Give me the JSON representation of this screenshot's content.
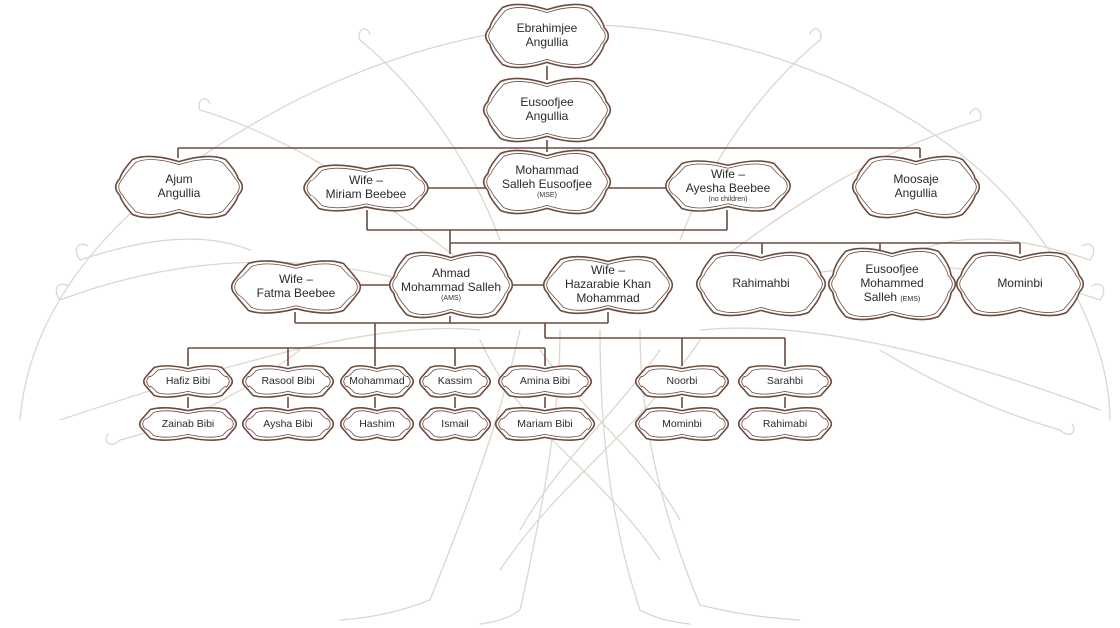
{
  "colors": {
    "frame": "#6b4b3e",
    "connector": "#6b4b3e",
    "tree": "#d9d4cb",
    "text": "#2a2a2a"
  },
  "tree": {
    "icon": "banyan-tree-illustration"
  },
  "people": {
    "ebrahimjee": {
      "l1": "Ebrahimjee",
      "l2": "Angullia"
    },
    "eusoofjee": {
      "l1": "Eusoofjee",
      "l2": "Angullia"
    },
    "ajum": {
      "l1": "Ajum",
      "l2": "Angullia"
    },
    "miriam": {
      "l1": "Wife –",
      "l2": "Miriam Beebee"
    },
    "mse": {
      "l1": "Mohammad",
      "l2": "Salleh Eusoofjee",
      "sub": "(MSE)"
    },
    "ayesha": {
      "l1": "Wife –",
      "l2": "Ayesha Beebee",
      "sub": "(no children)"
    },
    "moosaje": {
      "l1": "Moosaje",
      "l2": "Angullia"
    },
    "fatma": {
      "l1": "Wife –",
      "l2": "Fatma Beebee"
    },
    "ams": {
      "l1": "Ahmad",
      "l2": "Mohammad Salleh",
      "sub": "(AMS)"
    },
    "hazarabie": {
      "l1": "Wife –",
      "l2": "Hazarabie Khan",
      "l3": "Mohammad"
    },
    "rahimahbi": {
      "l1": "Rahimahbi"
    },
    "ems": {
      "l1": "Eusoofjee",
      "l2": "Mohammed",
      "l3": "Salleh",
      "l3sub": "(EMS)"
    },
    "mominbi_top": {
      "l1": "Mominbi"
    },
    "hafiz": {
      "l1": "Hafiz Bibi"
    },
    "rasool": {
      "l1": "Rasool Bibi"
    },
    "mohammad": {
      "l1": "Mohammad"
    },
    "kassim": {
      "l1": "Kassim"
    },
    "amina": {
      "l1": "Amina Bibi"
    },
    "noorbi": {
      "l1": "Noorbi"
    },
    "sarahbi": {
      "l1": "Sarahbi"
    },
    "zainab": {
      "l1": "Zainab Bibi"
    },
    "aysha": {
      "l1": "Aysha Bibi"
    },
    "hashim": {
      "l1": "Hashim"
    },
    "ismail": {
      "l1": "Ismail"
    },
    "mariam": {
      "l1": "Mariam Bibi"
    },
    "mominbi_low": {
      "l1": "Mominbi"
    },
    "rahimabi": {
      "l1": "Rahimabi"
    }
  }
}
